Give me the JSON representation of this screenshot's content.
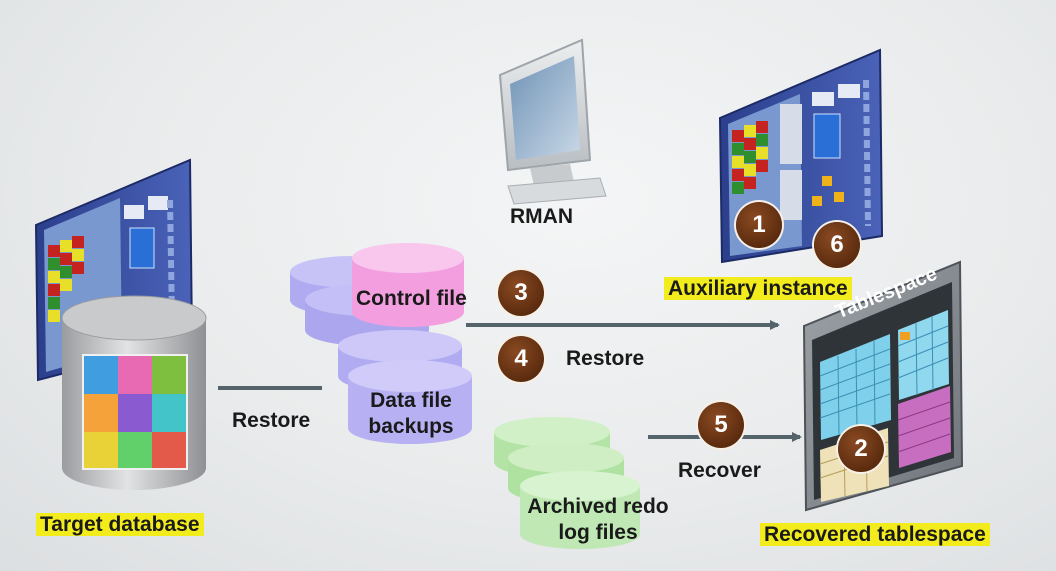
{
  "rman_label": "RMAN",
  "target_database_label": "Target database",
  "restore_left_label": "Restore",
  "control_file_label": "Control file",
  "data_file_backups_label": "Data file backups",
  "archived_logs_label": "Archived redo log files",
  "restore_right_label": "Restore",
  "recover_label": "Recover",
  "auxiliary_instance_label": "Auxiliary instance",
  "tablespace_title": "Tablespace",
  "recovered_tablespace_label": "Recovered tablespace",
  "badges": {
    "b1": "1",
    "b2": "2",
    "b3": "3",
    "b4": "4",
    "b5": "5",
    "b6": "6"
  },
  "colors": {
    "highlight": "#f2ec1c",
    "badge": "#5c2c0f",
    "control_file": "#f6a8e2",
    "data_files": "#b7b0f2",
    "archived_logs": "#bfe8b4",
    "arrow": "#55636b"
  }
}
